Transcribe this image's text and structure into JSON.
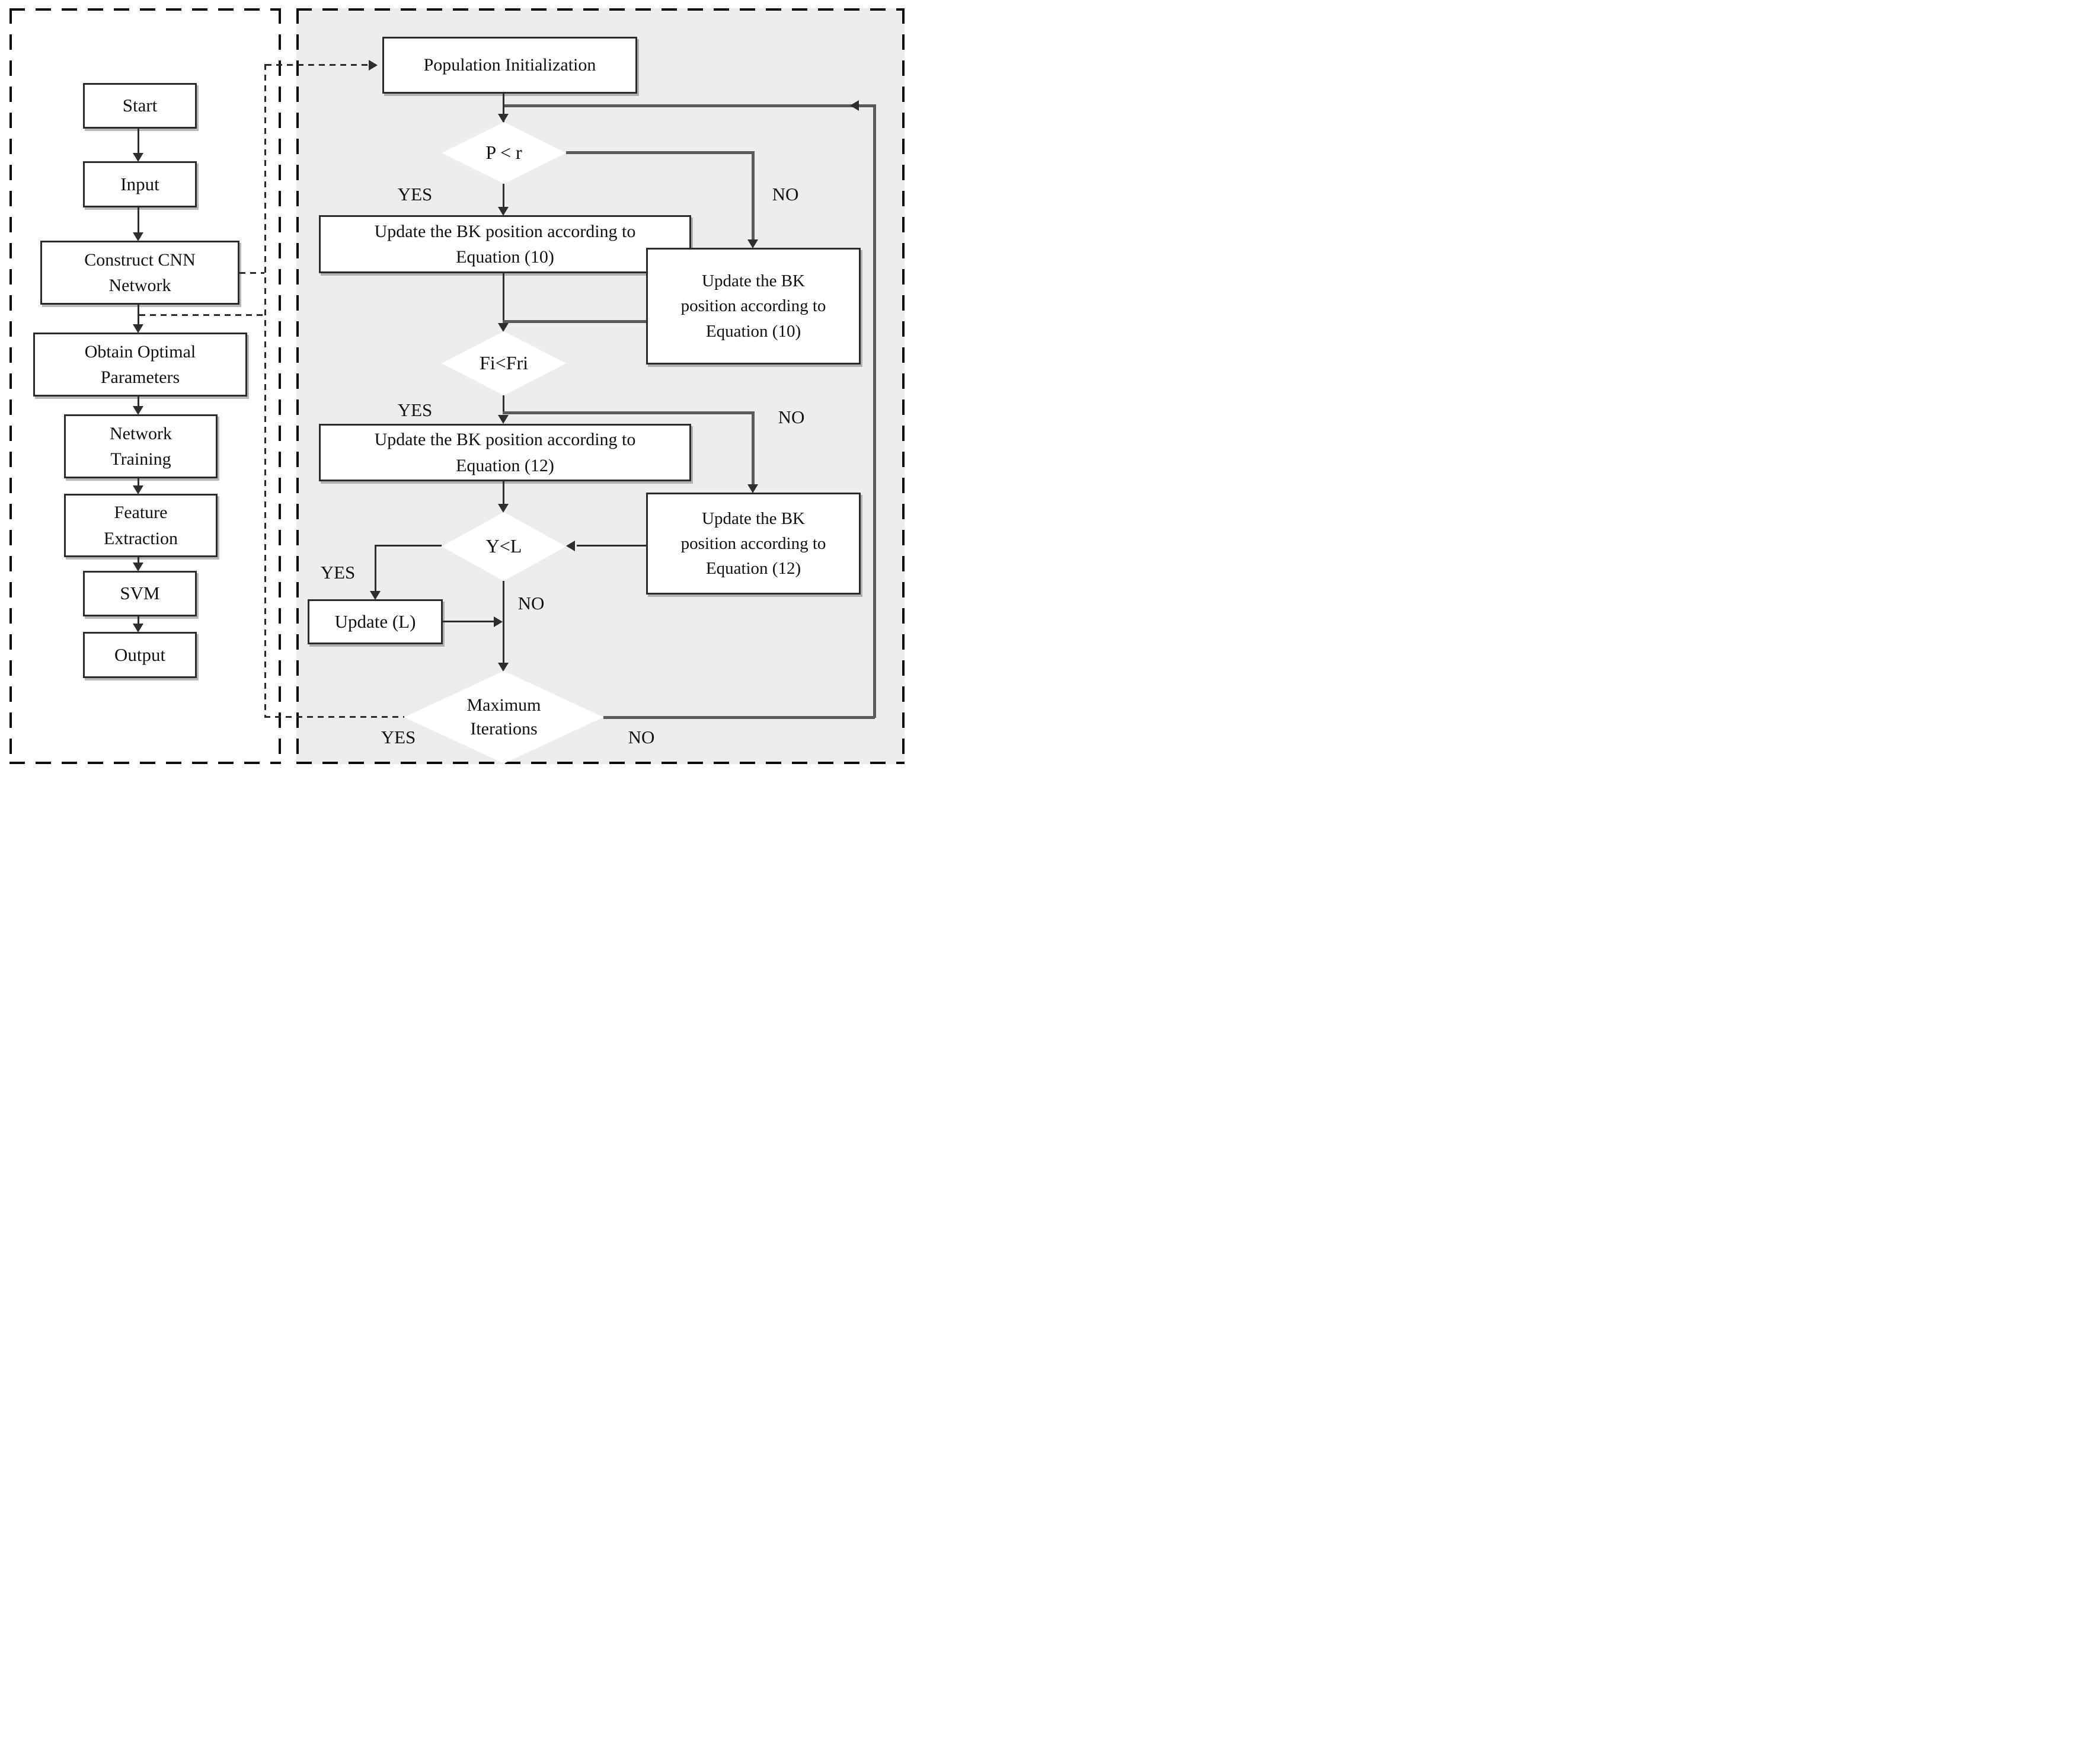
{
  "figure": {
    "type": "flowchart",
    "left_panel": {
      "start": {
        "label": "Start"
      },
      "input": {
        "label": "Input"
      },
      "construct": {
        "line1": "Construct CNN",
        "line2": "Network"
      },
      "obtain": {
        "line1": "Obtain Optimal",
        "line2": "Parameters"
      },
      "training": {
        "line1": "Network",
        "line2": "Training"
      },
      "feature": {
        "line1": "Feature",
        "line2": "Extraction"
      },
      "svm": {
        "label": "SVM"
      },
      "output": {
        "label": "Output"
      }
    },
    "right_panel": {
      "population_init": {
        "label": "Population Initialization"
      },
      "p_less_r": {
        "label": "P < r",
        "yes": "YES",
        "no": "NO"
      },
      "update_eq10_main": {
        "line1": "Update the BK position according to",
        "line2": "Equation (10)"
      },
      "update_eq10_alt": {
        "line1": "Update the BK",
        "line2": "position according to",
        "line3": "Equation (10)"
      },
      "fi_less_fri": {
        "label": "Fi<Fri",
        "yes": "YES",
        "no": "NO"
      },
      "update_eq12_main": {
        "line1": "Update the BK position according to",
        "line2": "Equation (12)"
      },
      "update_eq12_alt": {
        "line1": "Update the BK",
        "line2": "position according to",
        "line3": "Equation (12)"
      },
      "y_less_l": {
        "label": "Y<L",
        "yes": "YES",
        "no": "NO"
      },
      "update_l": {
        "label": "Update (L)"
      },
      "max_iterations": {
        "line1": "Maximum",
        "line2": "Iterations",
        "yes": "YES",
        "no": "NO"
      }
    },
    "colors": {
      "panel_bg": "#ededee",
      "line": "#2e2e2e",
      "border": "#2b2b2b",
      "text": "#111111"
    }
  }
}
